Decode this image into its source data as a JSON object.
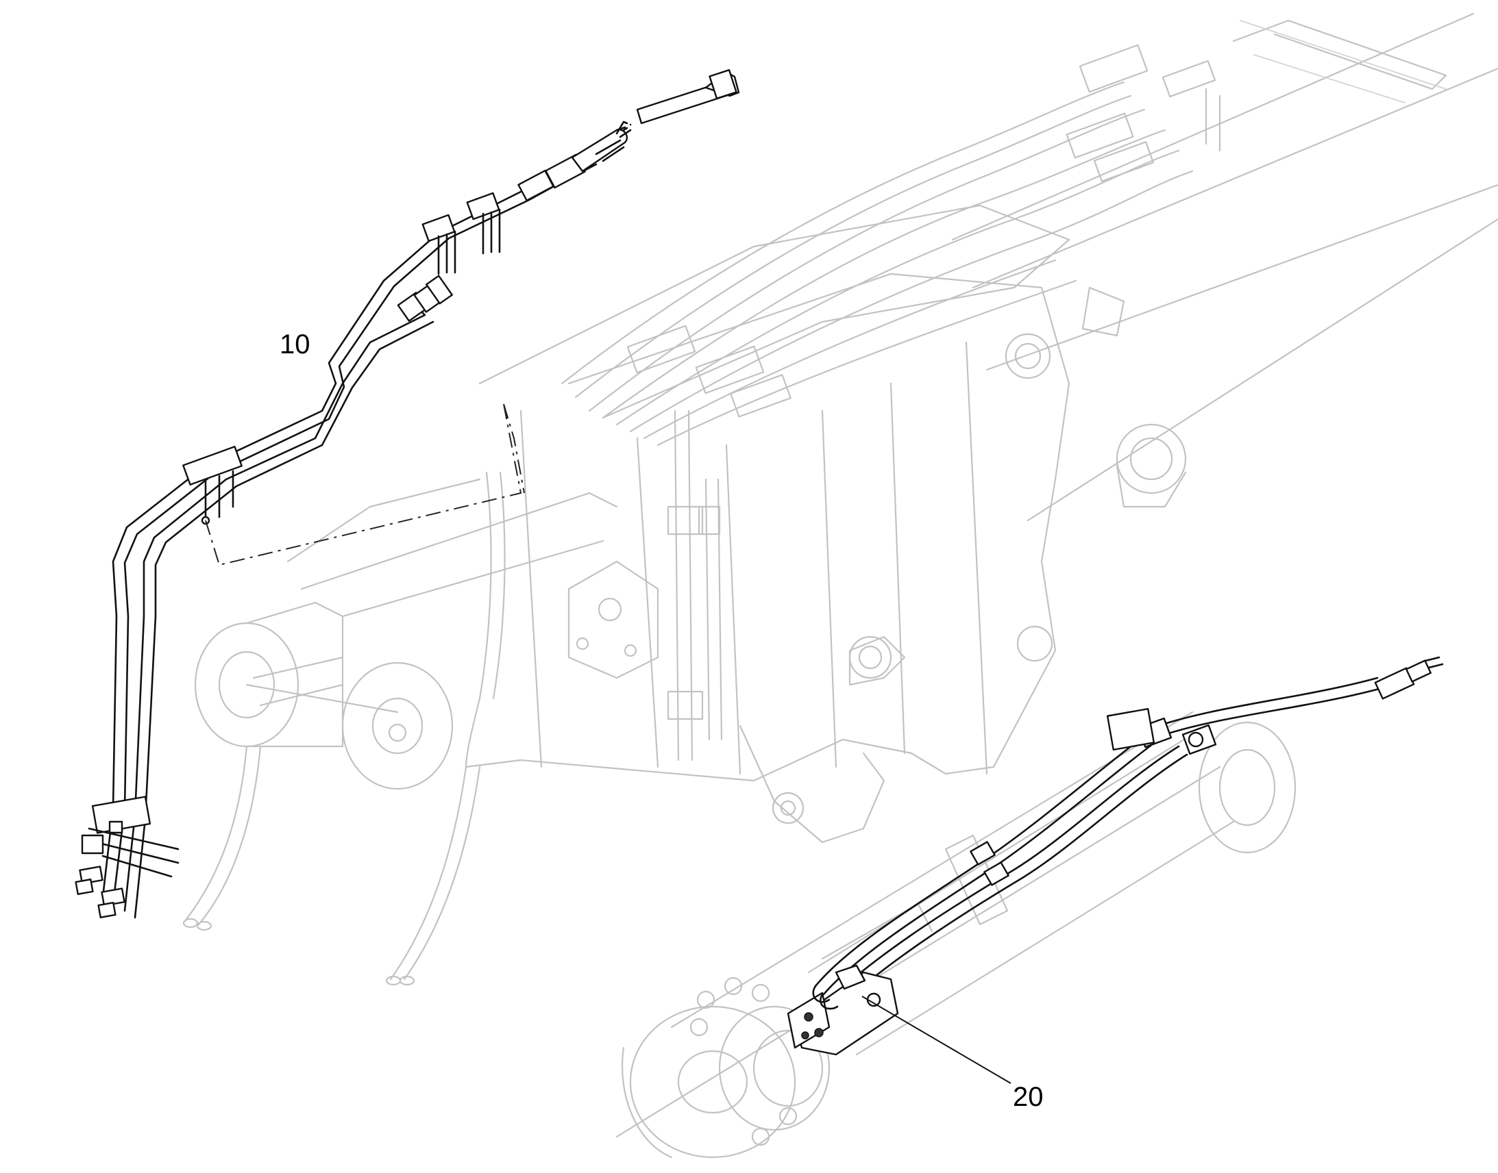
{
  "diagram": {
    "callouts": [
      {
        "id": "10",
        "label": "10"
      },
      {
        "id": "20",
        "label": "20"
      }
    ],
    "colors": {
      "highlight_ink": "#111111",
      "background_ghost": "#c2c2c2",
      "background": "#ffffff"
    }
  }
}
